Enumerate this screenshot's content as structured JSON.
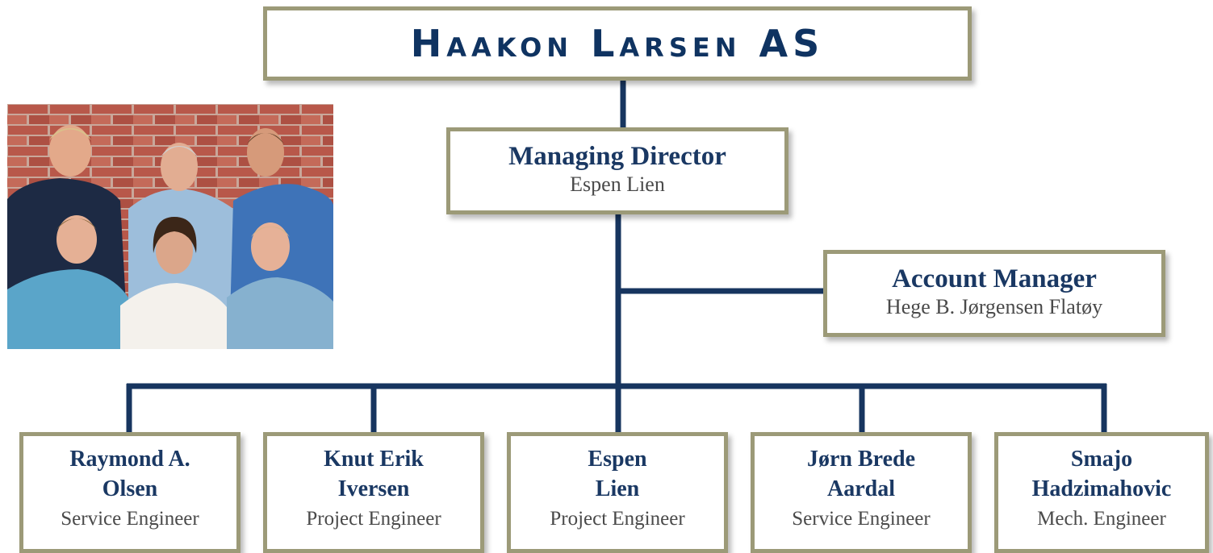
{
  "company": "Haakon Larsen AS",
  "managing_director": {
    "role": "Managing Director",
    "name": "Espen Lien"
  },
  "account_manager": {
    "role": "Account Manager",
    "name": "Hege  B. Jørgensen Flatøy"
  },
  "employees": [
    {
      "name": "Raymond A.\nOlsen",
      "title": "Service Engineer"
    },
    {
      "name": "Knut Erik\nIversen",
      "title": "Project Engineer"
    },
    {
      "name": "Espen\nLien",
      "title": "Project Engineer"
    },
    {
      "name": "Jørn Brede\nAardal",
      "title": "Service Engineer"
    },
    {
      "name": "Smajo\nHadzimahovic",
      "title": "Mech. Engineer"
    }
  ],
  "colors": {
    "line": "#17355f",
    "border": "#9c9a78",
    "heading": "#1a3863"
  }
}
